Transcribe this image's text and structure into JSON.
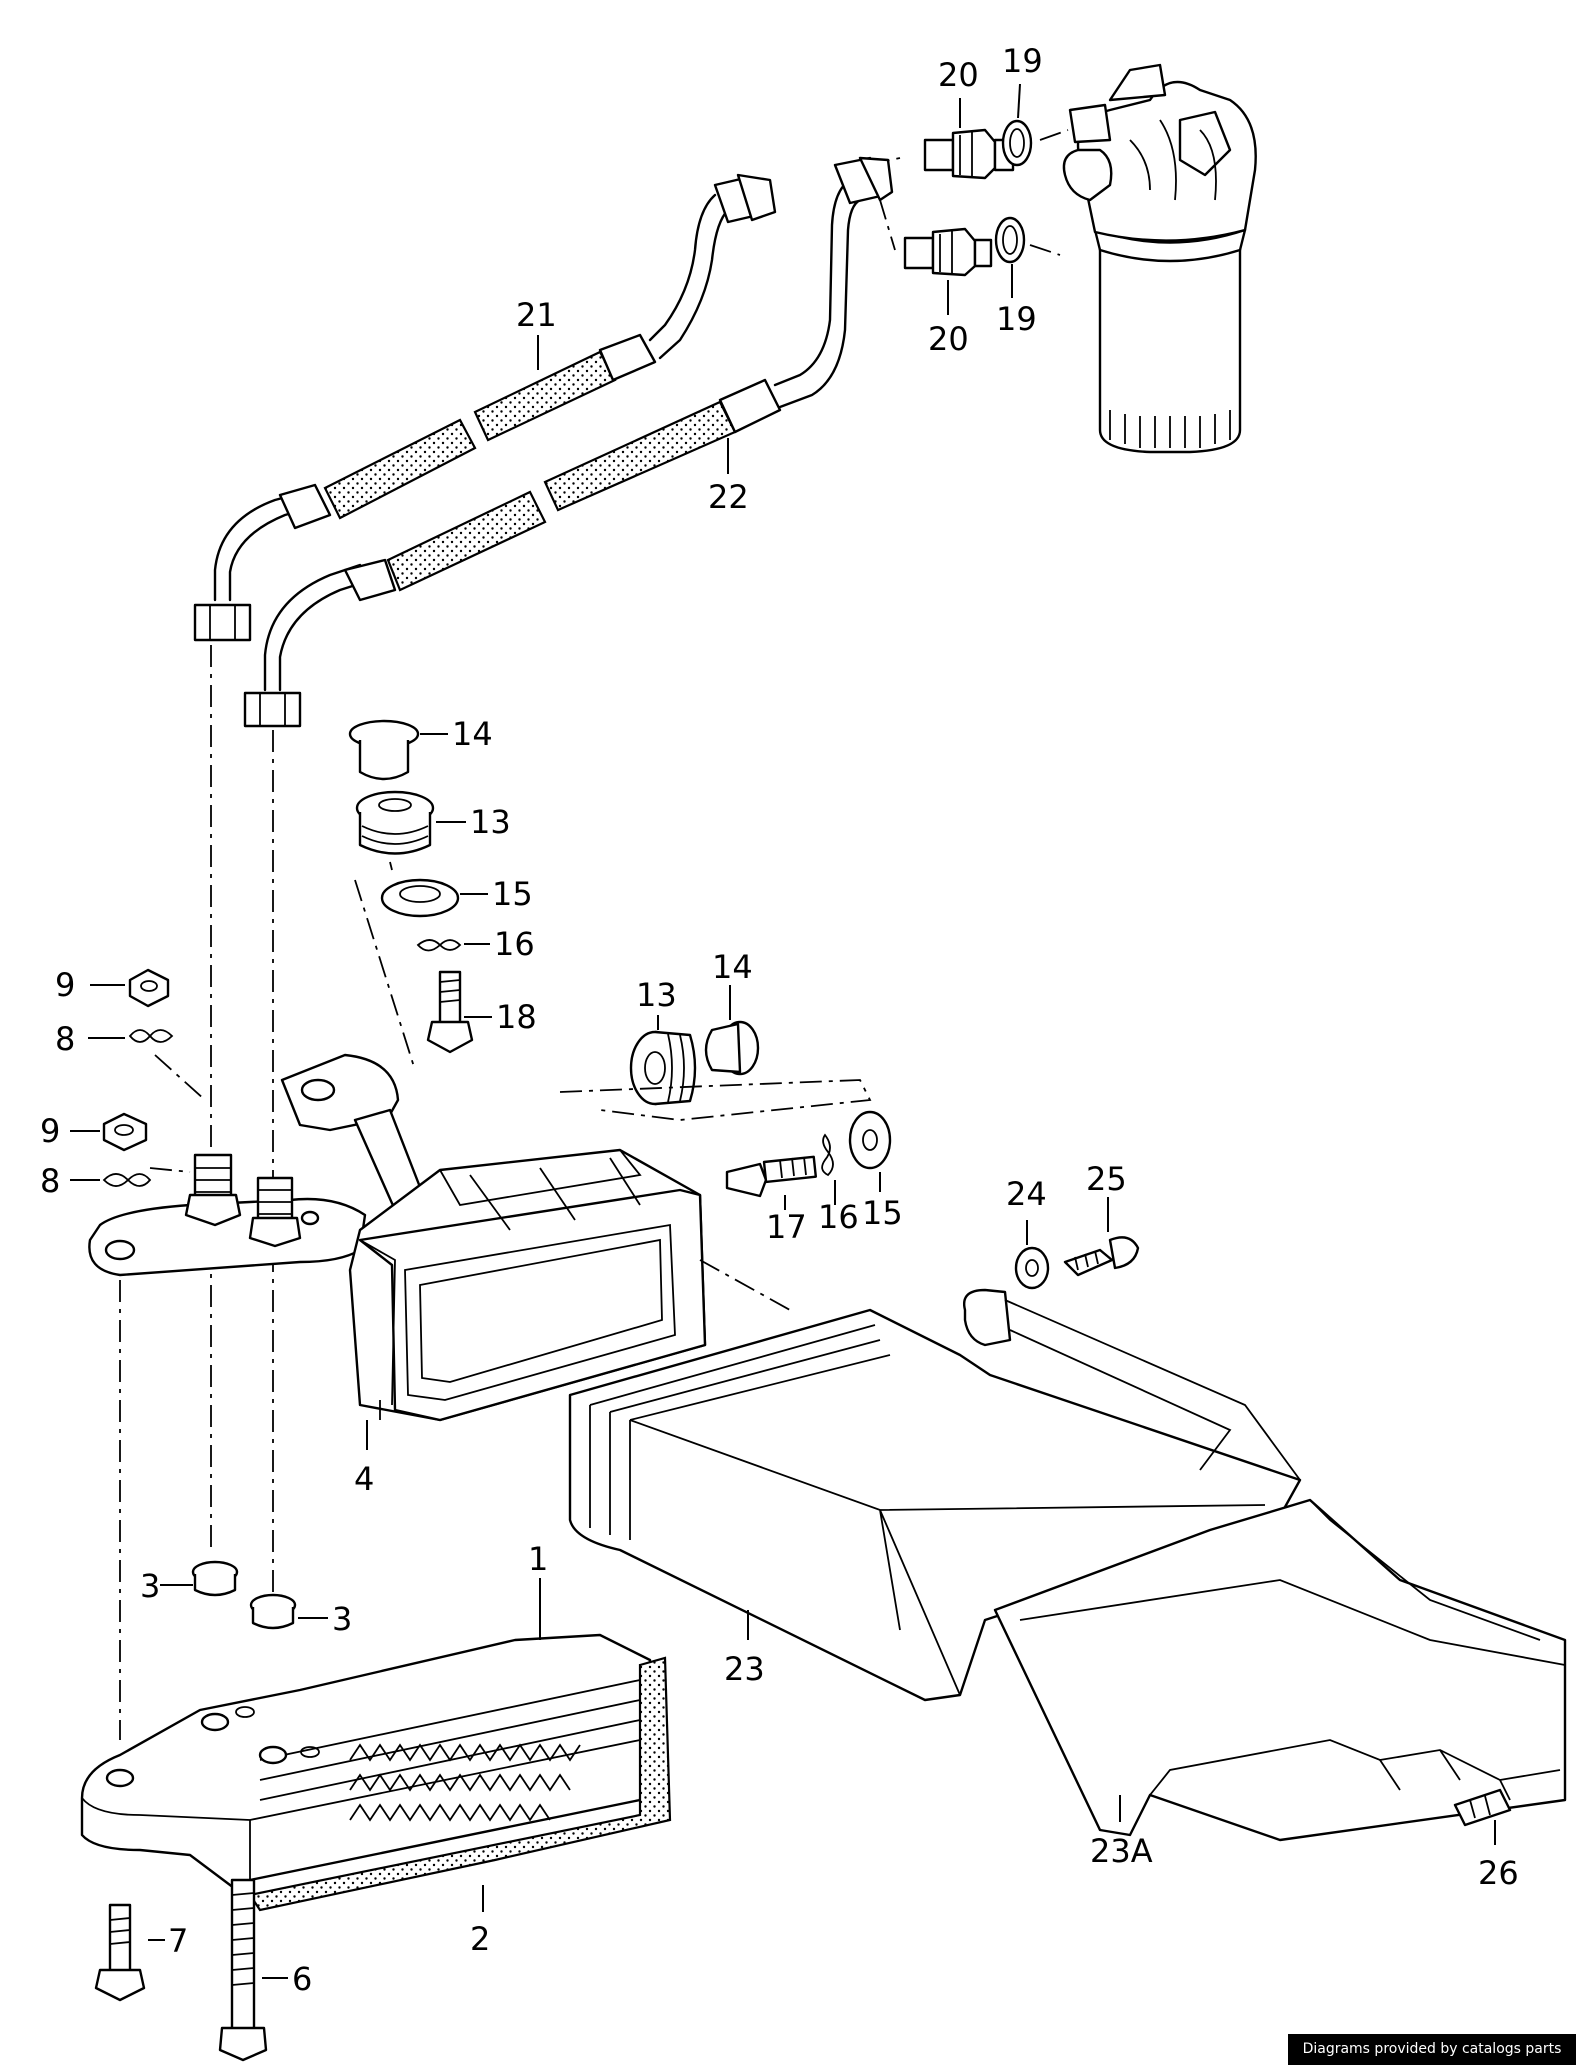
{
  "callouts": {
    "c1": "1",
    "c2": "2",
    "c3a": "3",
    "c3b": "3",
    "c4": "4",
    "c6": "6",
    "c7": "7",
    "c8a": "8",
    "c8b": "8",
    "c9a": "9",
    "c9b": "9",
    "c13a": "13",
    "c13b": "13",
    "c14a": "14",
    "c14b": "14",
    "c15a": "15",
    "c15b": "15",
    "c16a": "16",
    "c16b": "16",
    "c17": "17",
    "c18": "18",
    "c19a": "19",
    "c19b": "19",
    "c20a": "20",
    "c20b": "20",
    "c21": "21",
    "c22": "22",
    "c23": "23",
    "c23A": "23A",
    "c24": "24",
    "c25": "25",
    "c26": "26"
  },
  "footer": {
    "credit": "Diagrams provided by catalogs parts"
  }
}
